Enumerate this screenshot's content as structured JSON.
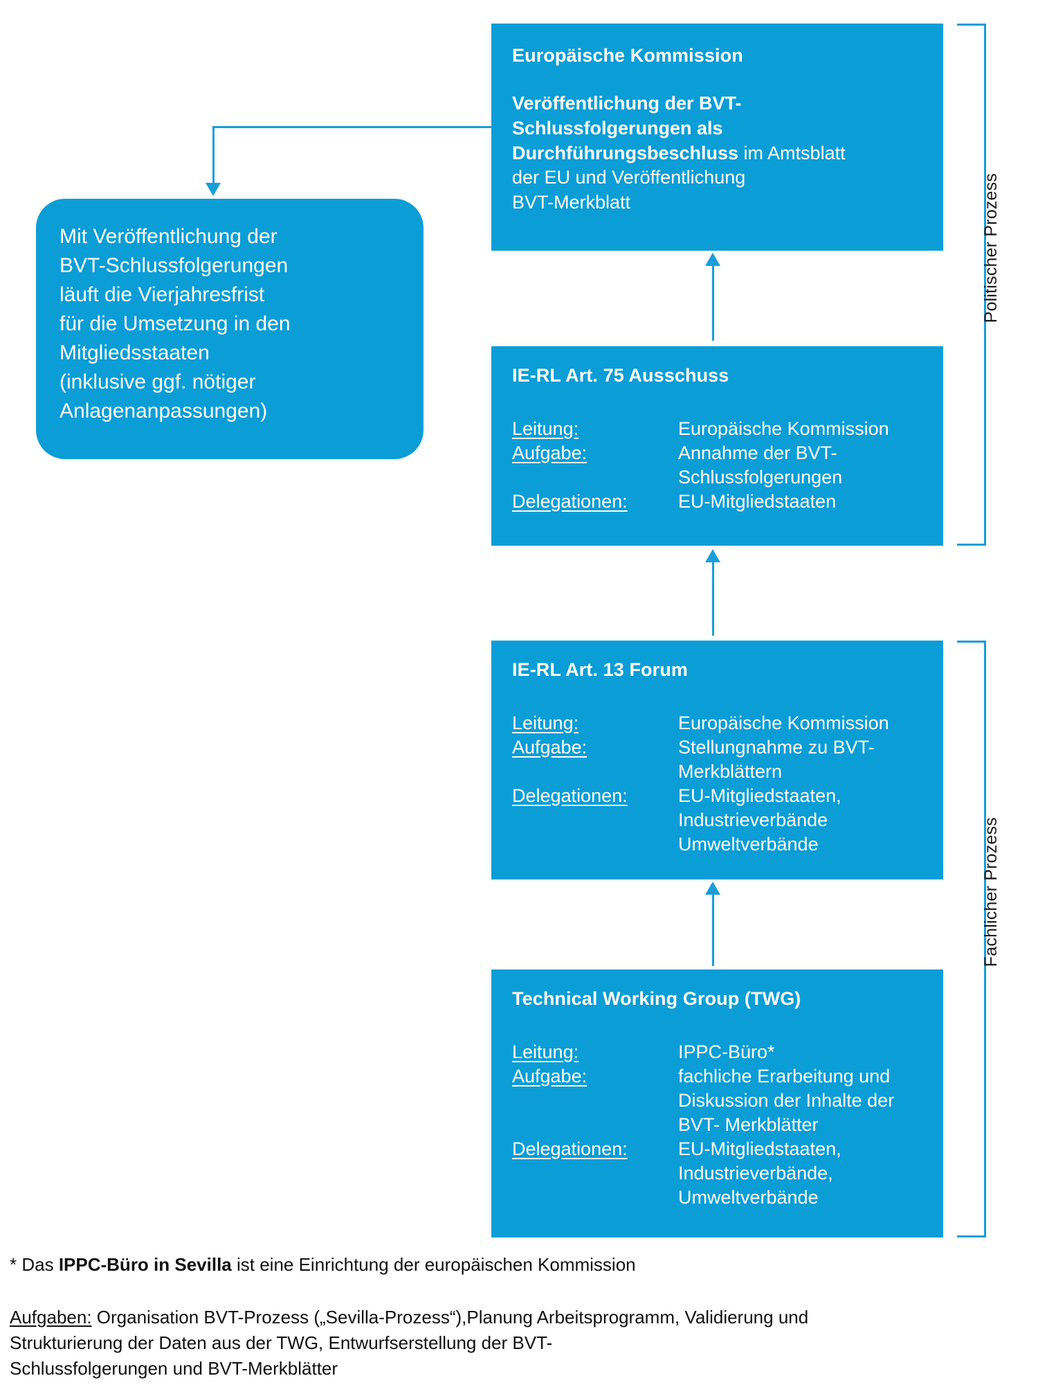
{
  "colors": {
    "box_fill": "#0b9dd6",
    "arrow": "#1a9ed9",
    "text_on_box": "#ffffff",
    "footnote_text": "#111111"
  },
  "boxes": {
    "european_commission": {
      "title": "Europäische  Kommission",
      "body_bold_1": "Veröffentlichung der BVT-",
      "body_bold_2": "Schlussfolgerungen als",
      "body_bold_3": "Durchführungsbeschluss",
      "body_rest_1": " im Amtsblatt",
      "body_rest_2": "der  EU und Veröffentlichung",
      "body_rest_3": "BVT-Merkblatt"
    },
    "art75": {
      "title": "IE-RL Art. 75 Ausschuss",
      "rows": [
        {
          "label": "Leitung:",
          "value": "Europäische  Kommission"
        },
        {
          "label": "Aufgabe:",
          "value": "Annahme der BVT-\nSchlussfolgerungen"
        },
        {
          "label": "Delegationen:",
          "value": "EU-Mitgliedstaaten"
        }
      ]
    },
    "art13": {
      "title": "IE-RL Art. 13 Forum",
      "rows": [
        {
          "label": "Leitung:",
          "value": "Europäische Kommission"
        },
        {
          "label": "Aufgabe:",
          "value": "Stellungnahme zu BVT-\nMerkblättern"
        },
        {
          "label": "Delegationen:",
          "value": "EU-Mitgliedstaaten,\nIndustrieverbände\nUmweltverbände"
        }
      ]
    },
    "twg": {
      "title": "Technical Working Group (TWG)",
      "rows": [
        {
          "label": "Leitung:",
          "value": "IPPC-Büro*"
        },
        {
          "label": "Aufgabe:",
          "value": "fachliche Erarbeitung und\nDiskussion der Inhalte der\nBVT- Merkblätter"
        },
        {
          "label": "Delegationen:",
          "value": "EU-Mitgliedstaaten,\nIndustrieverbände,\nUmweltverbände"
        }
      ]
    }
  },
  "callout": {
    "text": "Mit Veröffentlichung der\nBVT-Schlussfolgerungen\nläuft die Vierjahresfrist\nfür die Umsetzung in den\nMitgliedsstaaten\n(inklusive ggf. nötiger\nAnlagenanpassungen)"
  },
  "brackets": [
    {
      "label": "Politischer Prozess"
    },
    {
      "label": "Fachlicher Prozess"
    }
  ],
  "footnotes": {
    "note1_prefix": "* Das ",
    "note1_bold": "IPPC-Büro in Sevilla",
    "note1_suffix": " ist eine Einrichtung der europäischen Kommission",
    "note2_label": "Aufgaben:",
    "note2_text": " Organisation BVT-Prozess („Sevilla-Prozess“),Planung Arbeitsprogramm, Validierung und\nStrukturierung der Daten aus der TWG, Entwurfserstellung der BVT-\nSchlussfolgerungen und BVT-Merkblätter"
  }
}
